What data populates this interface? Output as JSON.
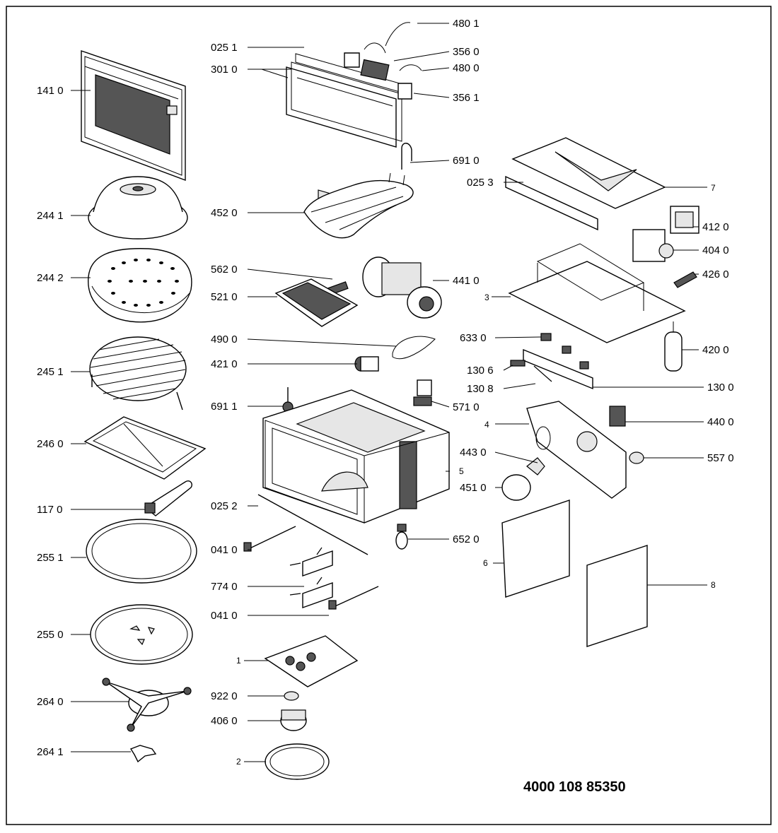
{
  "document_number": "4000 108 85350",
  "callouts": {
    "c_141_0": "141 0",
    "c_244_1": "244 1",
    "c_244_2": "244 2",
    "c_245_1": "245 1",
    "c_246_0": "246 0",
    "c_117_0": "117 0",
    "c_255_1": "255 1",
    "c_255_0": "255 0",
    "c_264_0": "264 0",
    "c_264_1": "264 1",
    "c_025_1": "025 1",
    "c_301_0": "301 0",
    "c_480_1": "480 1",
    "c_356_0": "356 0",
    "c_480_0": "480 0",
    "c_356_1": "356 1",
    "c_691_0": "691 0",
    "c_025_3": "025 3",
    "c_7": "7",
    "c_452_0": "452 0",
    "c_412_0": "412 0",
    "c_404_0": "404 0",
    "c_562_0": "562 0",
    "c_441_0": "441 0",
    "c_426_0": "426 0",
    "c_521_0": "521 0",
    "c_3": "3",
    "c_490_0": "490 0",
    "c_633_0": "633 0",
    "c_420_0": "420 0",
    "c_421_0": "421 0",
    "c_130_6": "130 6",
    "c_130_8": "130 8",
    "c_130_0": "130 0",
    "c_691_1": "691 1",
    "c_571_0": "571 0",
    "c_4": "4",
    "c_440_0": "440 0",
    "c_443_0": "443 0",
    "c_557_0": "557 0",
    "c_5": "5",
    "c_451_0": "451 0",
    "c_025_2": "025 2",
    "c_652_0": "652 0",
    "c_041_0_a": "041 0",
    "c_6": "6",
    "c_774_0": "774 0",
    "c_8": "8",
    "c_041_0_b": "041 0",
    "c_1": "1",
    "c_922_0": "922 0",
    "c_406_0": "406 0",
    "c_2": "2"
  }
}
